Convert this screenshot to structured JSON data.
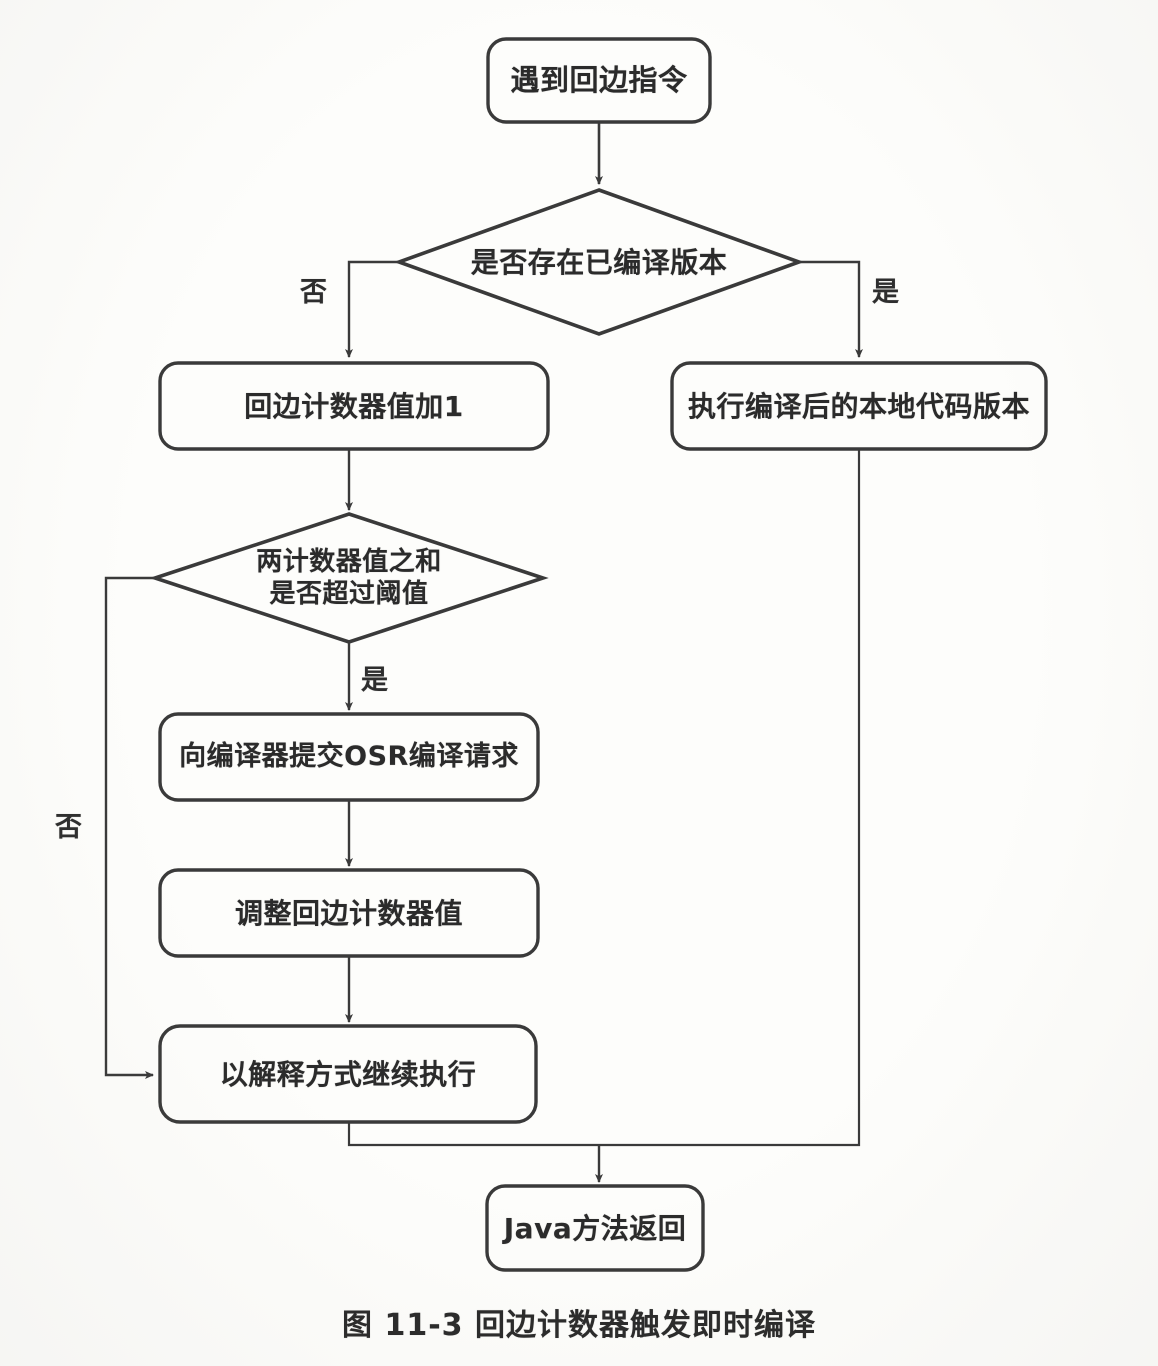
{
  "figure": {
    "caption_number": "图 11-3",
    "caption_title": "回边计数器触发即时编译",
    "caption_full": "图 11-3    回边计数器触发即时编译"
  },
  "flowchart": {
    "type": "flowchart",
    "nodes": [
      {
        "id": "start",
        "shape": "rounded-rect",
        "label": "遇到回边指令"
      },
      {
        "id": "has-compiled",
        "shape": "diamond",
        "label": "是否存在已编译版本"
      },
      {
        "id": "inc-counter",
        "shape": "rounded-rect",
        "label": "回边计数器值加1"
      },
      {
        "id": "run-native",
        "shape": "rounded-rect",
        "label": "执行编译后的本地代码版本"
      },
      {
        "id": "over-thresh",
        "shape": "diamond",
        "label": "两计数器值之和\n是否超过阈值"
      },
      {
        "id": "osr-request",
        "shape": "rounded-rect",
        "label": "向编译器提交OSR编译请求"
      },
      {
        "id": "adjust",
        "shape": "rounded-rect",
        "label": "调整回边计数器值"
      },
      {
        "id": "interpret",
        "shape": "rounded-rect",
        "label": "以解释方式继续执行"
      },
      {
        "id": "return",
        "shape": "rounded-rect",
        "label": "Java方法返回"
      }
    ],
    "edges": [
      {
        "from": "start",
        "to": "has-compiled",
        "label": ""
      },
      {
        "from": "has-compiled",
        "to": "inc-counter",
        "label": "否"
      },
      {
        "from": "has-compiled",
        "to": "run-native",
        "label": "是"
      },
      {
        "from": "inc-counter",
        "to": "over-thresh",
        "label": ""
      },
      {
        "from": "over-thresh",
        "to": "osr-request",
        "label": "是"
      },
      {
        "from": "over-thresh",
        "to": "interpret",
        "label": "否"
      },
      {
        "from": "osr-request",
        "to": "adjust",
        "label": ""
      },
      {
        "from": "adjust",
        "to": "interpret",
        "label": ""
      },
      {
        "from": "interpret",
        "to": "return",
        "label": ""
      },
      {
        "from": "run-native",
        "to": "return",
        "label": ""
      }
    ],
    "edge_labels": {
      "no_compiled": "否",
      "yes_compiled": "是",
      "yes_threshold": "是",
      "no_threshold": "否"
    }
  },
  "colors": {
    "stroke": "#3a3a3a",
    "text": "#2b2b2b",
    "page_background": "#fdfdfb",
    "shape_fill": "#fdfdfb"
  }
}
